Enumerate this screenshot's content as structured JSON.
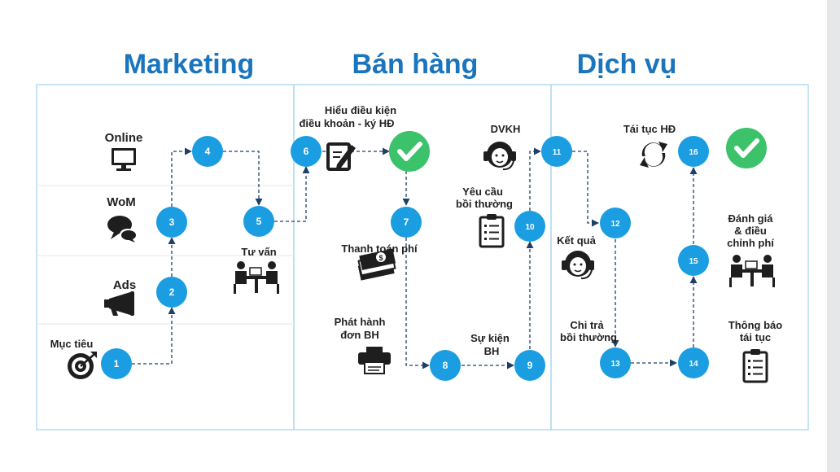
{
  "sections": {
    "marketing": "Marketing",
    "sales": "Bán hàng",
    "service": "Dịch vụ"
  },
  "labels": {
    "online": "Online",
    "wom": "WoM",
    "ads": "Ads",
    "muc_tieu": "Mục tiêu",
    "tu_van": "Tư vấn",
    "hieu_dieu_kien_1": "Hiểu điều kiện",
    "hieu_dieu_kien_2": "điều khoản - ký HĐ",
    "thanh_toan_phi": "Thanh toán phí",
    "phat_hanh_1": "Phát hành",
    "phat_hanh_2": "đơn BH",
    "dvkh": "DVKH",
    "yeu_cau_1": "Yêu cầu",
    "yeu_cau_2": "bồi thường",
    "su_kien_1": "Sự kiện",
    "su_kien_2": "BH",
    "ket_qua": "Kết quả",
    "chi_tra_1": "Chi trả",
    "chi_tra_2": "bồi thường",
    "tai_tuc_hd": "Tái tục HĐ",
    "danh_gia_1": "Đánh giá",
    "danh_gia_2": "& điều",
    "danh_gia_3": "chỉnh phí",
    "thong_bao_1": "Thông báo",
    "thong_bao_2": "tái tục"
  },
  "steps": [
    "1",
    "2",
    "3",
    "4",
    "5",
    "6",
    "7",
    "8",
    "9",
    "10",
    "11",
    "12",
    "13",
    "14",
    "15",
    "16"
  ],
  "colors": {
    "title": "#1a75bd",
    "node": "#1b9de2",
    "check": "#3bc26a",
    "line": "#1f3f66",
    "frame": "#9fd3ee",
    "icon": "#1e1e1e"
  }
}
